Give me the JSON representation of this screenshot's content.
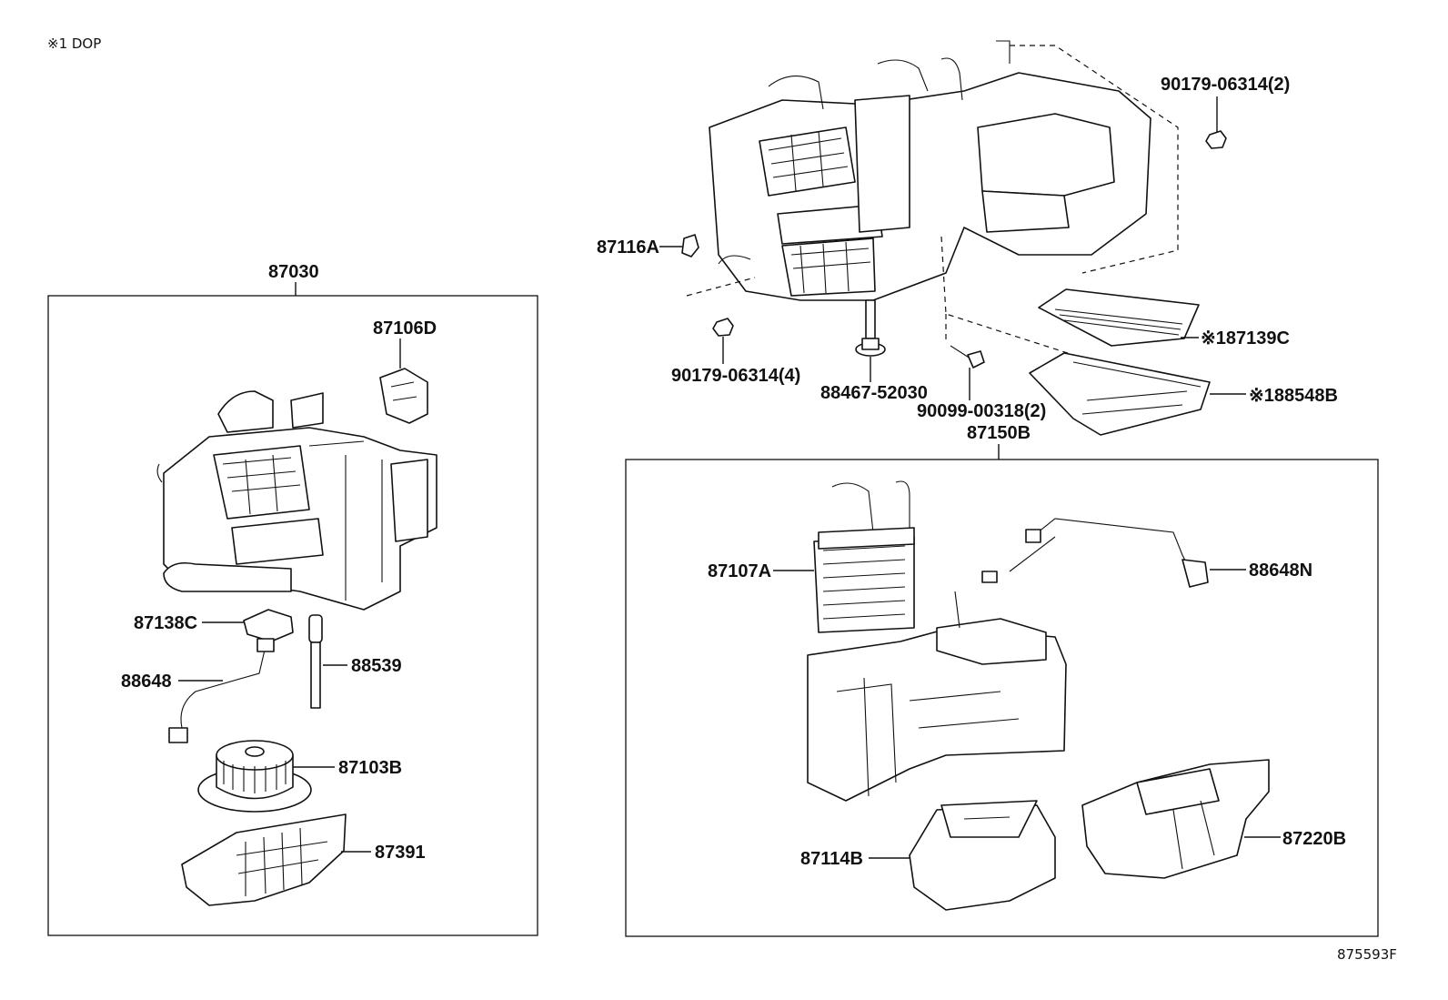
{
  "header_note": "※1 DOP",
  "footer_code": "875593F",
  "groups": {
    "left_box": "87030",
    "right_box": "87150B"
  },
  "labels": {
    "p87106D": "87106D",
    "p87138C": "87138C",
    "p88648": "88648",
    "p88539": "88539",
    "p87103B": "87103B",
    "p87391": "87391",
    "p87116A": "87116A",
    "p90179_06314_2": "90179-06314(2)",
    "p90179_06314_4": "90179-06314(4)",
    "p88467_52030": "88467-52030",
    "p90099_00318_2": "90099-00318(2)",
    "p87139C": "※187139C",
    "p88548B": "※188548B",
    "p87107A": "87107A",
    "p88648N": "88648N",
    "p87114B": "87114B",
    "p87220B": "87220B"
  }
}
